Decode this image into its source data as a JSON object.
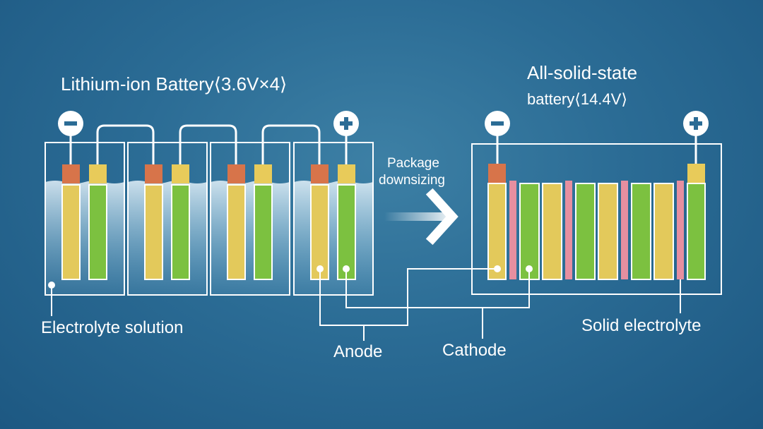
{
  "titles": {
    "lithium_ion": "Lithium-ion Battery⟨3.6V×4⟩",
    "solid_state_line1": "All-solid-state",
    "solid_state_line2": "battery⟨14.4V⟩"
  },
  "arrow_label": {
    "line1": "Package",
    "line2": "downsizing"
  },
  "callouts": {
    "electrolyte_solution": "Electrolyte solution",
    "anode": "Anode",
    "cathode": "Cathode",
    "solid_electrolyte": "Solid electrolyte"
  },
  "terminals": {
    "negative": "−",
    "positive": "+"
  },
  "colors": {
    "anode": "#e3c95b",
    "cathode": "#7cc140",
    "anode_tab": "#d7744a",
    "cathode_tab": "#e8cb5a",
    "solid_electrolyte": "#e68fa0",
    "outline": "#ffffff"
  },
  "icons": [
    "minus-terminal-icon",
    "plus-terminal-icon",
    "arrow-right-icon"
  ]
}
